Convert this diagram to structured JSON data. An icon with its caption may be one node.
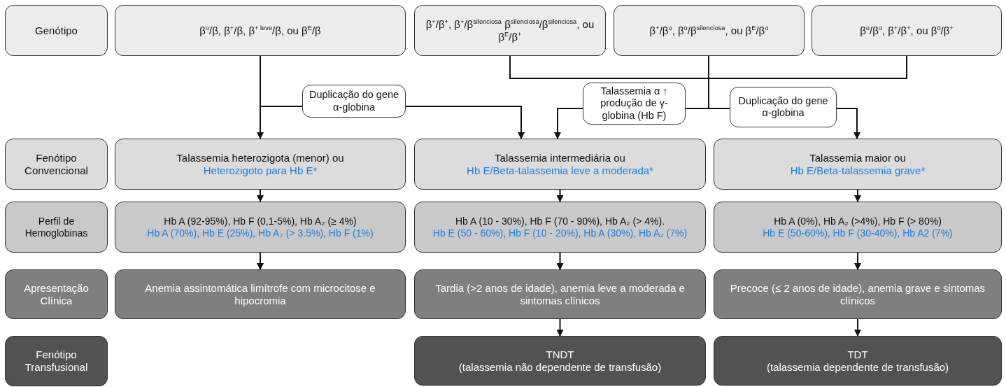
{
  "diagram": {
    "nodes": [
      {
        "text": [
          "Genótipo"
        ]
      },
      {
        "text": [
          "β$^{o}$/β, β$^{+}$/β, β$^{+ leve}$/β, ou β$^{E}$/β"
        ]
      },
      {
        "text": [
          "β$^{+}$/β$^{+}$, β$^{+}$/β$^{silenciosa}$ β$^{silenciosa}$/β$^{silenciosa}$, ou β$^{E}$/β$^{+}$"
        ]
      },
      {
        "text": [
          "β$^{+}$/β$^{o}$, β$^{o}$/β$^{silenciosa}$, ou β$^{E}$/β$^{o}$"
        ]
      },
      {
        "text": [
          "β$^{o}$/β$^{o}$, β$^{+}$/β$^{+}$, ou β$^{0}$/β$^{+}$"
        ]
      },
      {
        "text": [
          "Duplicação do gene α-globina"
        ]
      },
      {
        "text": [
          "Talassemia α ↑ produção de γ-globina (Hb F)"
        ]
      },
      {
        "text": [
          "Duplicação do gene α-globina"
        ]
      },
      {
        "text": [
          "Fenótipo Convencional"
        ]
      },
      {
        "text": [
          "Talassemia heterozigota (menor) ou",
          "Heterozigoto para Hb E*"
        ]
      },
      {
        "text": [
          "Talassemia intermediária ou",
          "Hb E/Beta-talassemia leve a moderada*"
        ]
      },
      {
        "text": [
          "Talassemia maior ou",
          "Hb E/Beta-talassemia grave*"
        ]
      },
      {
        "text": [
          "Perfil de Hemoglobinas"
        ]
      },
      {
        "text": [
          "Hb A (92-95%), Hb F (0,1-5%), Hb A₂ (≥ 4%)",
          "Hb A (70%), Hb E (25%), Hb A₂ (> 3.5%), Hb F (1%)"
        ]
      },
      {
        "text": [
          "Hb A (10 - 30%), Hb F (70 - 90%), Hb A₂ (> 4%).",
          "Hb E (50 - 60%), Hb F (10 - 20%), Hb A (30%), Hb A₂ (7%)"
        ]
      },
      {
        "text": [
          "Hb A (0%), Hb A₂ (>4%), Hb F (> 80%)",
          "Hb E (50-60%), Hb F (30-40%), Hb A2 (7%)"
        ]
      },
      {
        "text": [
          "Apresentação Clínica"
        ]
      },
      {
        "text": [
          "Anemia assintomática limítrofe com microcitose e hipocromia"
        ]
      },
      {
        "text": [
          "Tardia (>2 anos de idade), anemia leve a moderada e sintomas clínicos"
        ]
      },
      {
        "text": [
          "Precoce (≤ 2 anos de idade), anemia grave e sintomas clínicos"
        ]
      },
      {
        "text": [
          "Fenótipo Transfusional"
        ]
      },
      {
        "text": [
          "TNDT",
          "(talassemia não dependente de transfusão)"
        ]
      },
      {
        "text": [
          "TDT",
          "(talassemia dependente de transfusão)"
        ]
      }
    ],
    "edges": [
      {
        "from": 1,
        "to": 9,
        "arrow": "to"
      },
      {
        "from": 1,
        "to": 5,
        "arrow": "none"
      },
      {
        "from": 5,
        "to": 10,
        "arrow": "to"
      },
      {
        "from": 2,
        "to": 6,
        "arrow": "none"
      },
      {
        "from": 3,
        "to": 6,
        "arrow": "none"
      },
      {
        "from": 4,
        "to": 6,
        "arrow": "none"
      },
      {
        "from": 2,
        "to": 7,
        "arrow": "none"
      },
      {
        "from": 3,
        "to": 7,
        "arrow": "none"
      },
      {
        "from": 4,
        "to": 7,
        "arrow": "none"
      },
      {
        "from": 6,
        "to": 10,
        "arrow": "to"
      },
      {
        "from": 7,
        "to": 11,
        "arrow": "to"
      },
      {
        "from": 9,
        "to": 13,
        "arrow": "to"
      },
      {
        "from": 10,
        "to": 14,
        "arrow": "to"
      },
      {
        "from": 11,
        "to": 15,
        "arrow": "to"
      },
      {
        "from": 13,
        "to": 17,
        "arrow": "to"
      },
      {
        "from": 14,
        "to": 18,
        "arrow": "to"
      },
      {
        "from": 15,
        "to": 19,
        "arrow": "to"
      },
      {
        "from": 18,
        "to": 21,
        "arrow": "to"
      },
      {
        "from": 19,
        "to": 22,
        "arrow": "to"
      }
    ]
  }
}
